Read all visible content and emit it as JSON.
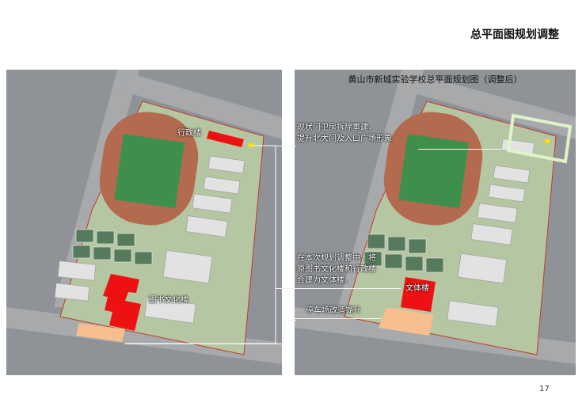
{
  "page": {
    "title": "总平面图规划调整",
    "page_number": "17"
  },
  "left_plan": {
    "labels": {
      "admin_building": "行政楼",
      "library_building": "图书文化楼"
    }
  },
  "right_plan": {
    "title": "黄山市新城实验学校总平面规划图（调整后）",
    "labels": {
      "culture_sports_building": "文体楼"
    },
    "annotations": {
      "gate_line1": "现状门卫房拆除重建，",
      "gate_line2": "提升北大门及入口广场形象",
      "merge_line1": "在本次规划调整中，将",
      "merge_line2": "原图书文化楼和行政楼",
      "merge_line3": "合建为文体楼。",
      "parking": "停车场改造提升"
    }
  },
  "colors": {
    "highlight_red": "#ee1111",
    "parking_orange": "#f7bf8f",
    "gate_frame": "#dff3c8",
    "field_green": "#3f8f4c",
    "track_red": "#b46a4e"
  }
}
